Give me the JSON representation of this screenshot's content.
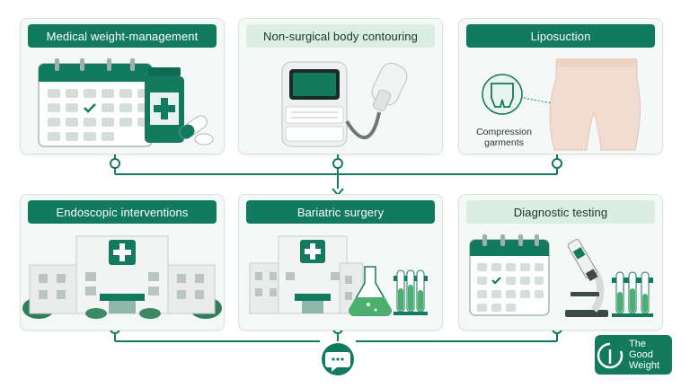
{
  "cards": [
    {
      "title": "Medical weight-management"
    },
    {
      "title": "Non-surgical body contouring"
    },
    {
      "title": "Liposuction",
      "inset_label_line1": "Compression",
      "inset_label_line2": "garments"
    },
    {
      "title": "Endoscopic interventions"
    },
    {
      "title": "Bariatric surgery"
    },
    {
      "title": "Diagnostic testing"
    }
  ],
  "logo": {
    "line1": "The",
    "line2": "Good",
    "line3": "Weight"
  },
  "colors": {
    "brand_green": "#137a5b",
    "header_dark": "#127a5e",
    "header_light": "#dceee4",
    "connector": "#127a5e",
    "card_bg": "#f4f8f6"
  },
  "icons": {
    "hub": "chat-bubble-icon",
    "calendar": "calendar-icon",
    "pill_bottle": "pill-bottle-icon",
    "device": "contouring-device-icon",
    "garment": "compression-garment-icon",
    "hospital": "hospital-icon",
    "flask": "flask-icon",
    "test_tubes": "test-tubes-icon",
    "microscope": "microscope-icon"
  }
}
